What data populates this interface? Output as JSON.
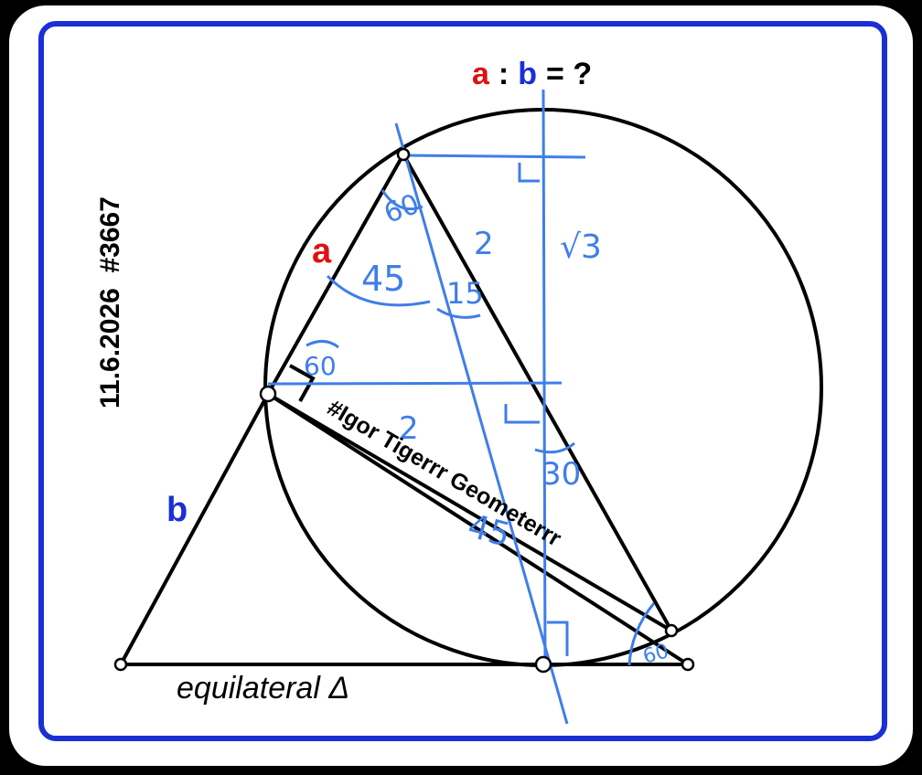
{
  "title": {
    "a": "a",
    "colon": ":",
    "b": "b",
    "rest": "= ?"
  },
  "date_tag": "11.6.2026  #3667",
  "labels": {
    "a": "a",
    "b": "b",
    "watermark": "#Igor Tigerrr Geometerrr",
    "equilateral": "equilateral Δ"
  },
  "annotations": {
    "angle_60_top": "60",
    "angle_45": "45",
    "angle_15": "15",
    "side_2_top": "2",
    "sqrt3": "√3",
    "angle_60_left": "60",
    "side_2_mid": "2",
    "angle_30": "30",
    "angle_45_lower": "45",
    "angle_60_bottom": "60"
  },
  "colors": {
    "frame_outer": "#000000",
    "panel": "#ffffff",
    "border": "#1a2fd6",
    "ink": "#000000",
    "label_a": "#e01010",
    "label_b": "#1a2fd6",
    "helper": "#3f7ee8"
  }
}
